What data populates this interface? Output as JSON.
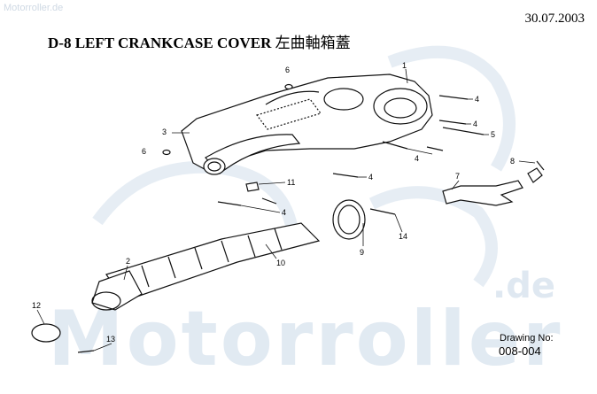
{
  "watermark_top": "Motorroller.de",
  "date": "30.07.2003",
  "title": {
    "main": "D-8 LEFT CRANKCASE COVER ",
    "chinese": "左曲軸箱蓋"
  },
  "watermark_big": "Motorroller",
  "watermark_de": ".de",
  "drawing": {
    "label": "Drawing No:",
    "number": "008-004"
  },
  "callouts": [
    "1",
    "2",
    "3",
    "4",
    "4",
    "4",
    "4",
    "4",
    "5",
    "6",
    "6",
    "7",
    "8",
    "9",
    "10",
    "11",
    "12",
    "13",
    "14"
  ]
}
